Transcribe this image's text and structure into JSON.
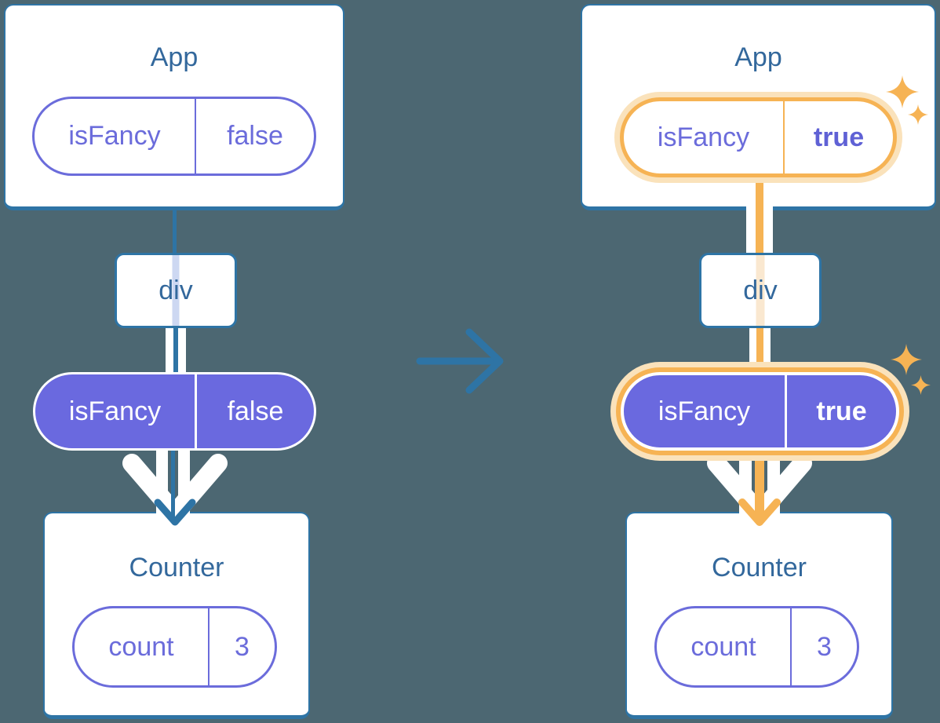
{
  "colors": {
    "background": "#4C6772",
    "card_fill": "#FFFFFF",
    "tree_blue": "#2E74A5",
    "title_text": "#33689C",
    "purple_border": "#6B6CDB",
    "purple_fill": "#6A69DF",
    "highlight_orange": "#F6B354",
    "highlight_glow": "#FAE2BB",
    "faded_prop_left": "#CDD8F2",
    "faded_prop_right": "#FAE8D0"
  },
  "transition": {
    "icon": "right-arrow-icon"
  },
  "before": {
    "app": {
      "title": "App",
      "prop_name": "isFancy",
      "prop_value": "false"
    },
    "div_label": "div",
    "passed_prop": {
      "name": "isFancy",
      "value": "false"
    },
    "counter": {
      "title": "Counter",
      "state_name": "count",
      "state_value": "3"
    }
  },
  "after": {
    "app": {
      "title": "App",
      "prop_name": "isFancy",
      "prop_value": "true"
    },
    "div_label": "div",
    "passed_prop": {
      "name": "isFancy",
      "value": "true"
    },
    "counter": {
      "title": "Counter",
      "state_name": "count",
      "state_value": "3"
    }
  }
}
